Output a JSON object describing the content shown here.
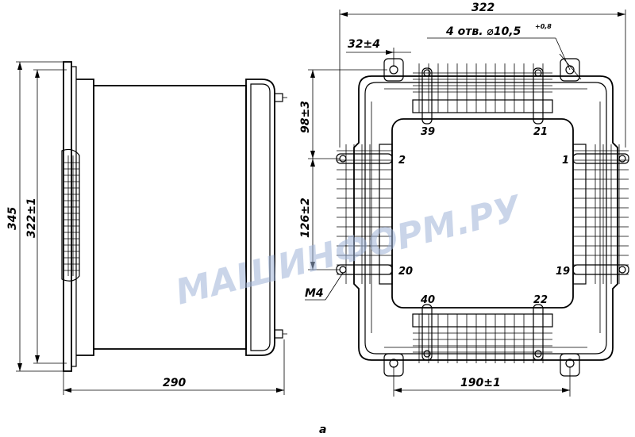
{
  "drawing": {
    "side_view": {
      "dim_total_height": "345",
      "dim_mount_height": "322±1",
      "dim_depth": "290"
    },
    "top_view": {
      "dim_overall_width": "322",
      "dim_hole_offset": "32±4",
      "dim_holes_note": "4 отв. ⌀10,5",
      "dim_holes_tolerance": "+0,8",
      "dim_upper_offset": "98±3",
      "dim_terminal_spacing": "126±2",
      "dim_bottom_spacing": "190±1",
      "thread_label": "M4",
      "terminals": [
        "39",
        "21",
        "2",
        "1",
        "20",
        "19",
        "40",
        "22"
      ]
    },
    "caption": "a",
    "watermark": "МАШИНФОРМ.РУ"
  }
}
